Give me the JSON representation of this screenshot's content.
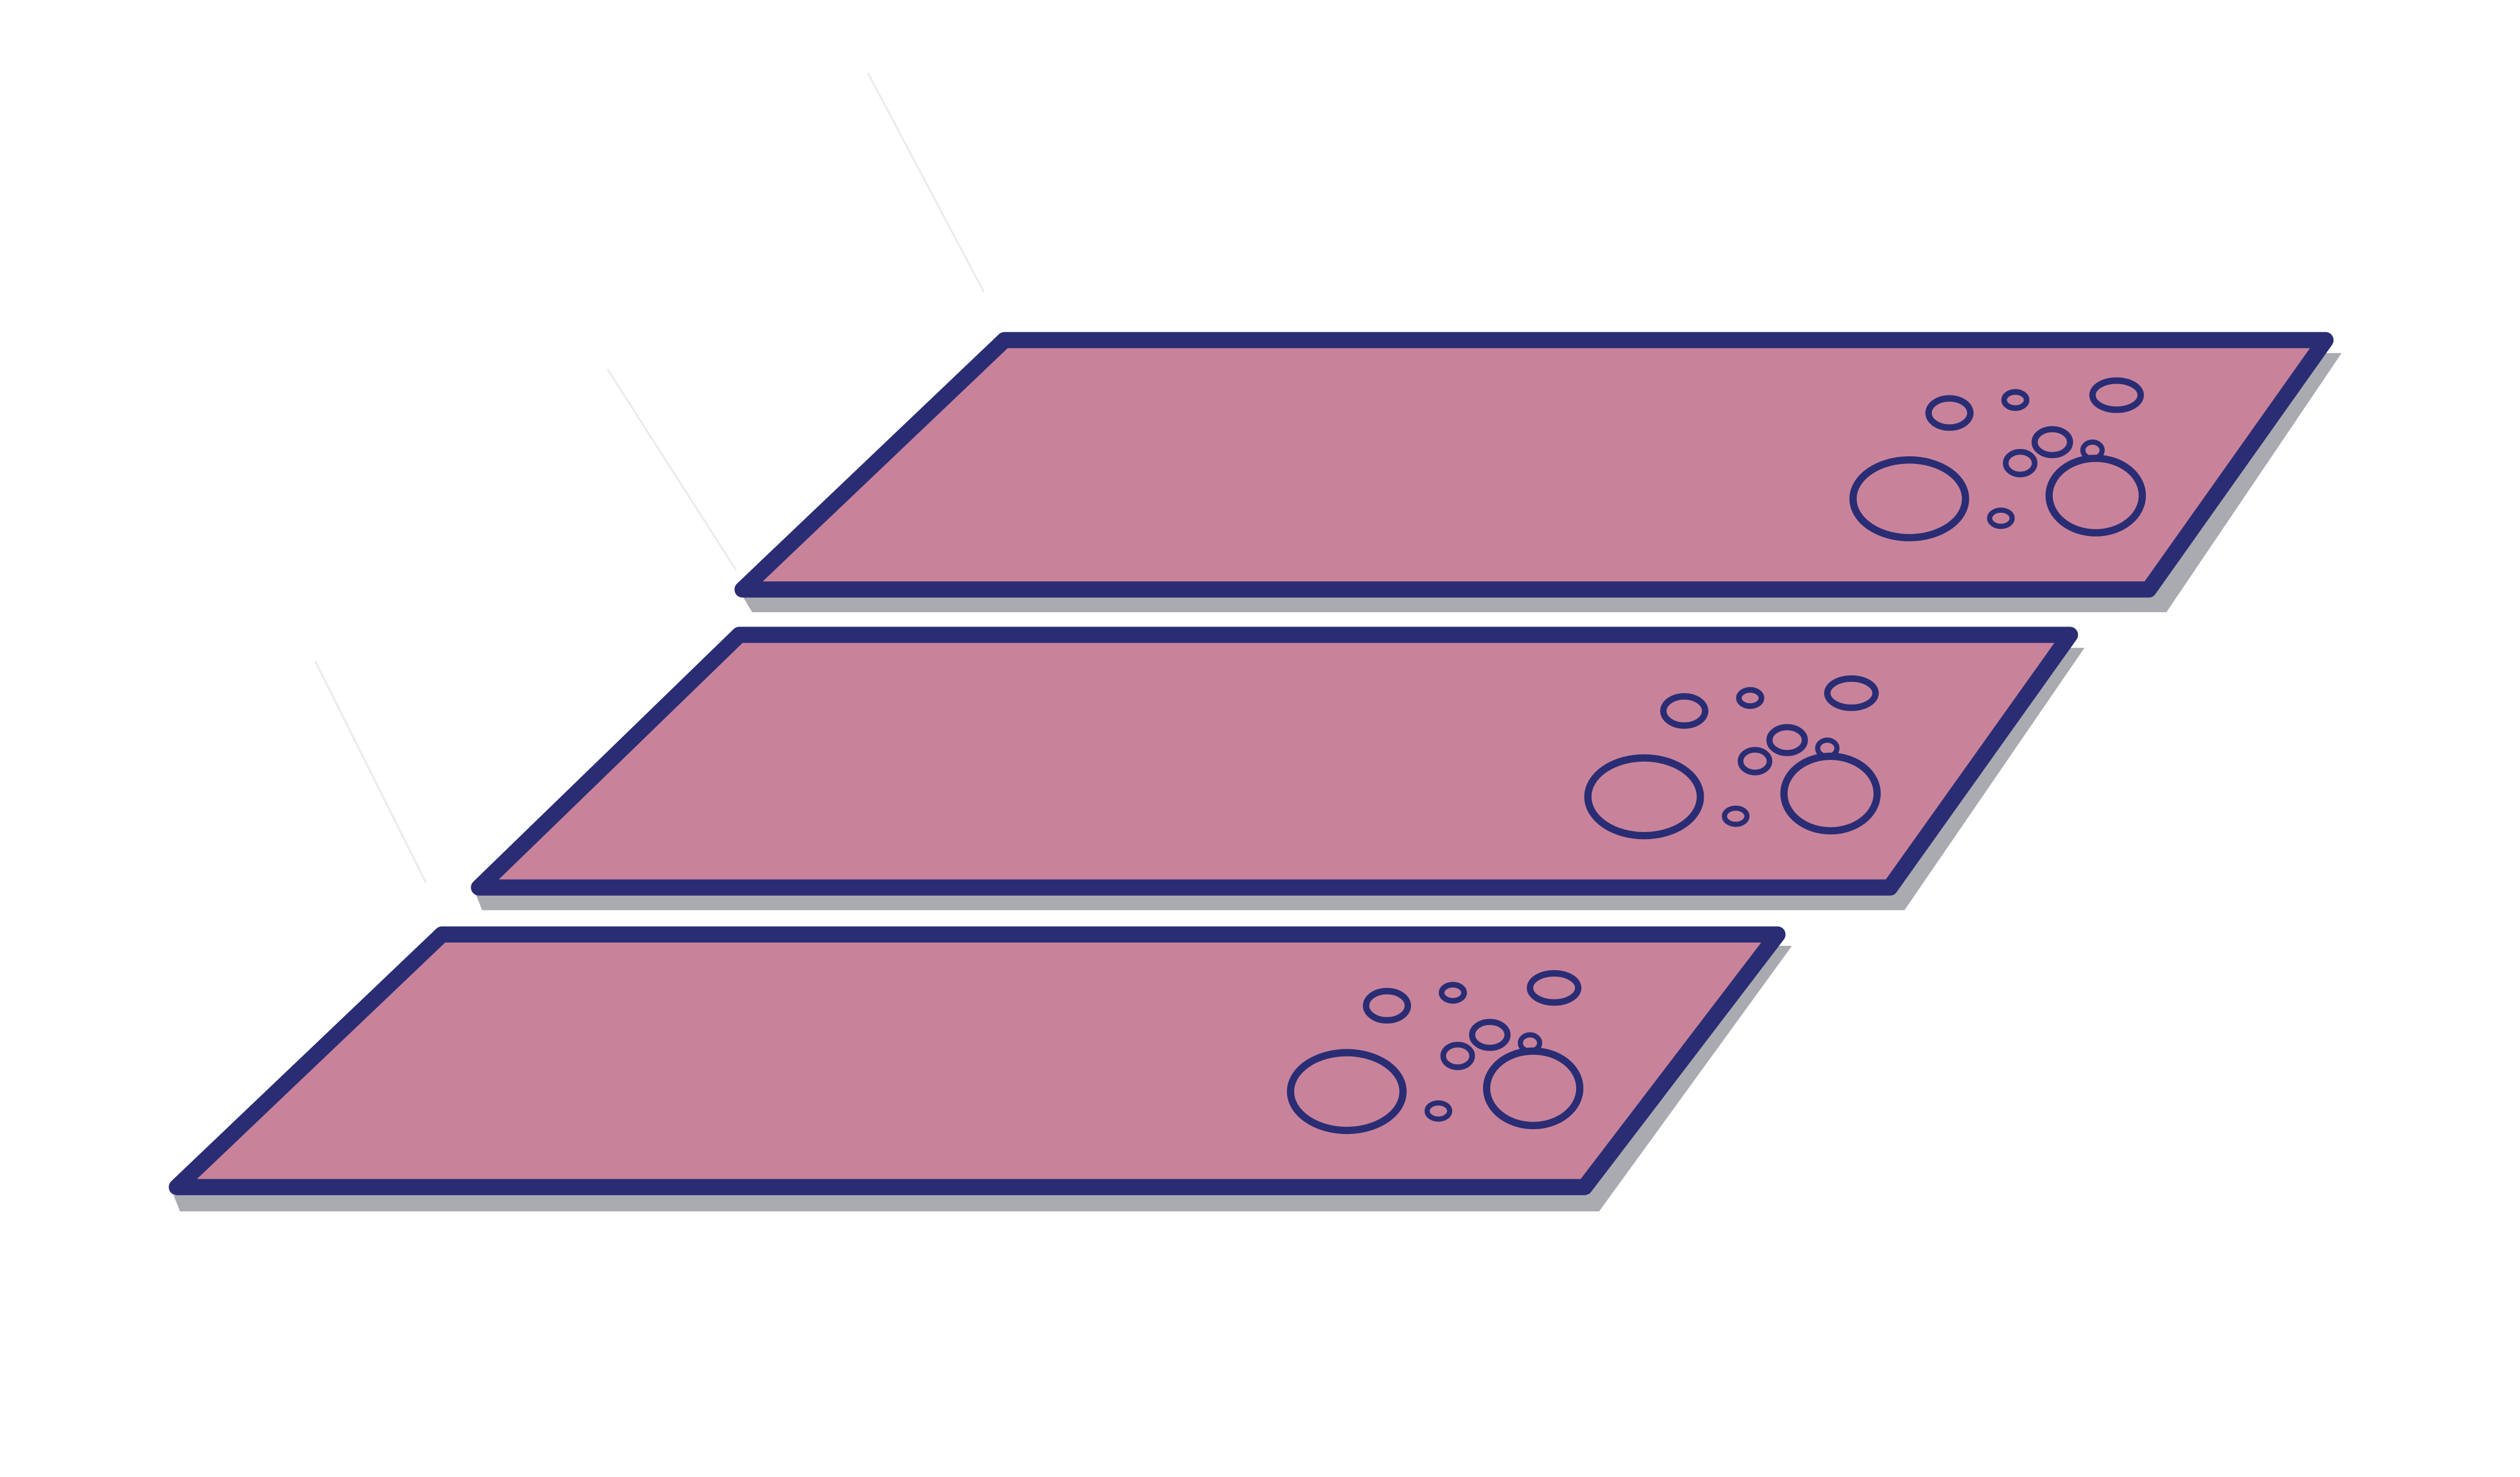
{
  "illustration": {
    "slab_count": 3,
    "slabs": [
      {
        "id": "top"
      },
      {
        "id": "middle"
      },
      {
        "id": "bottom"
      }
    ]
  },
  "colors": {
    "background": "#ffffff",
    "fill": "#c8839b",
    "outline": "#2a2d74",
    "shadow": "#9b9ba3",
    "faint_stroke": "#ebebed"
  },
  "icons": {
    "bubble_cluster": "bubbles-icon"
  }
}
